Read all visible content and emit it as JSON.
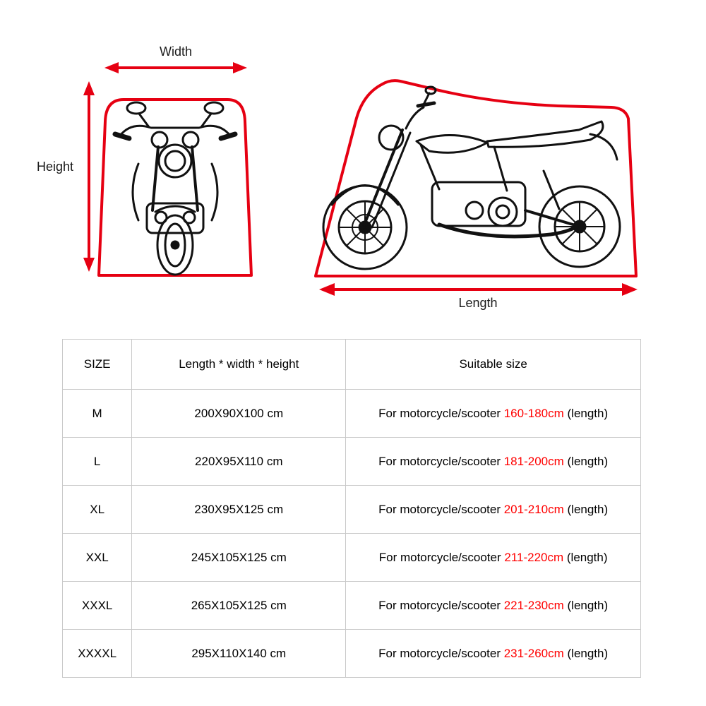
{
  "colors": {
    "accent": "#e60012",
    "highlight": "#ff0000",
    "line_art": "#111111",
    "table_border": "#c9c9c9"
  },
  "diagram": {
    "width_label": "Width",
    "height_label": "Height",
    "length_label": "Length"
  },
  "table": {
    "headers": {
      "size": "SIZE",
      "dimensions": "Length * width * height",
      "suitable": "Suitable size"
    },
    "rows": [
      {
        "size": "M",
        "dimensions": "200X90X100 cm",
        "before": "For motorcycle/scooter ",
        "range": "160-180cm",
        "after": " (length)"
      },
      {
        "size": "L",
        "dimensions": "220X95X110 cm",
        "before": "For motorcycle/scooter ",
        "range": "181-200cm",
        "after": " (length)"
      },
      {
        "size": "XL",
        "dimensions": "230X95X125 cm",
        "before": "For motorcycle/scooter ",
        "range": "201-210cm",
        "after": " (length)"
      },
      {
        "size": "XXL",
        "dimensions": "245X105X125 cm",
        "before": "For motorcycle/scooter ",
        "range": "211-220cm",
        "after": " (length)"
      },
      {
        "size": "XXXL",
        "dimensions": "265X105X125 cm",
        "before": "For motorcycle/scooter ",
        "range": "221-230cm",
        "after": " (length)"
      },
      {
        "size": "XXXXL",
        "dimensions": "295X110X140 cm",
        "before": "For motorcycle/scooter ",
        "range": "231-260cm",
        "after": " (length)"
      }
    ]
  }
}
